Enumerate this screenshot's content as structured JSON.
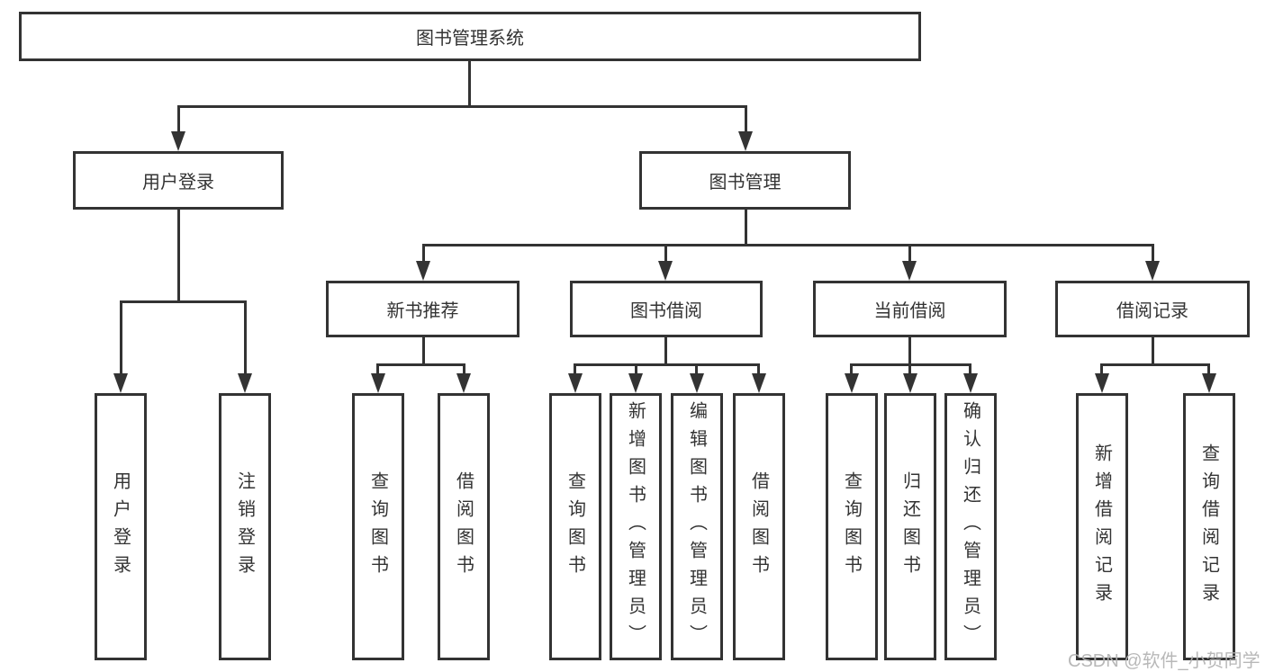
{
  "diagram": {
    "root_label": "图书管理系统",
    "branches": [
      {
        "label": "用户登录",
        "leaves": [
          "用户登录",
          "注销登录"
        ]
      },
      {
        "label": "图书管理",
        "groups": [
          {
            "label": "新书推荐",
            "leaves": [
              "查询图书",
              "借阅图书"
            ]
          },
          {
            "label": "图书借阅",
            "leaves": [
              "查询图书",
              "新增图书（管理员）",
              "编辑图书（管理员）",
              "借阅图书"
            ]
          },
          {
            "label": "当前借阅",
            "leaves": [
              "查询图书",
              "归还图书",
              "确认归还（管理员）"
            ]
          },
          {
            "label": "借阅记录",
            "leaves": [
              "新增借阅记录",
              "查询借阅记录"
            ]
          }
        ]
      }
    ]
  },
  "watermark": {
    "text": "CSDN @软件_小贺同学"
  },
  "colors": {
    "line": "#333333",
    "box_border": "#333333",
    "text": "#333333",
    "watermark": "#b3b3b3",
    "background": "#ffffff"
  }
}
